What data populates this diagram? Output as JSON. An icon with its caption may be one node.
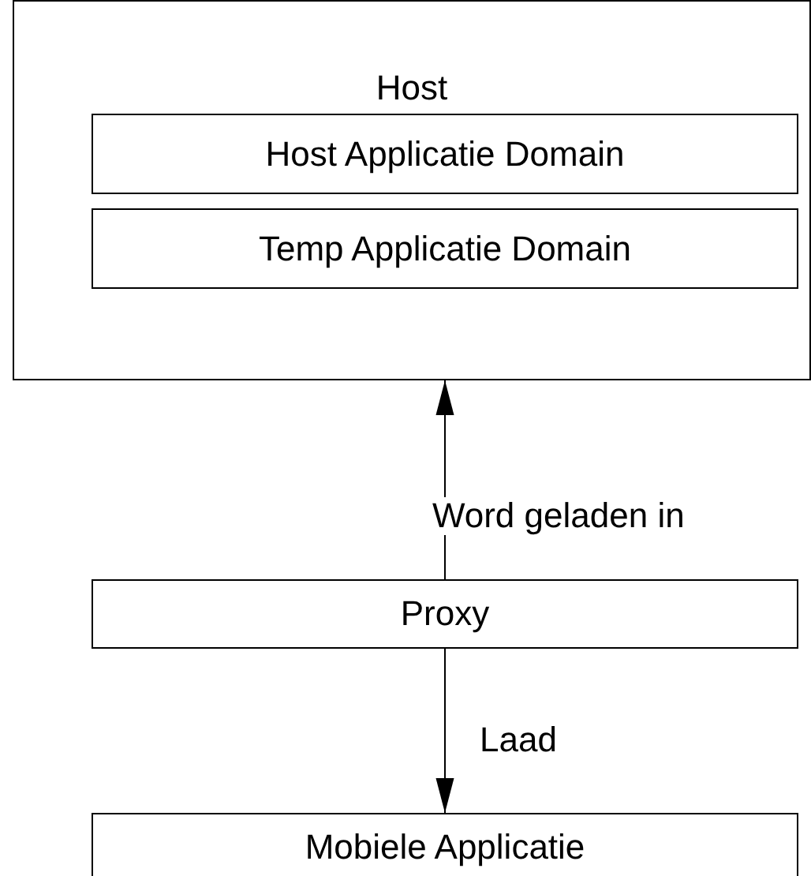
{
  "diagram": {
    "nodes": [
      {
        "text": [
          "Host"
        ]
      },
      {
        "text": [
          "Host Applicatie Domain"
        ],
        "in": 0
      },
      {
        "text": [
          "Temp Applicatie Domain"
        ],
        "in": 0
      },
      {
        "text": [
          "Proxy"
        ]
      },
      {
        "text": [
          "Mobiele Applicatie"
        ]
      }
    ],
    "edges": [
      {
        "from": 3,
        "to": 0,
        "arrow": "to",
        "label": "Word geladen in"
      },
      {
        "from": 3,
        "to": 4,
        "arrow": "to",
        "label": "Laad"
      }
    ]
  }
}
